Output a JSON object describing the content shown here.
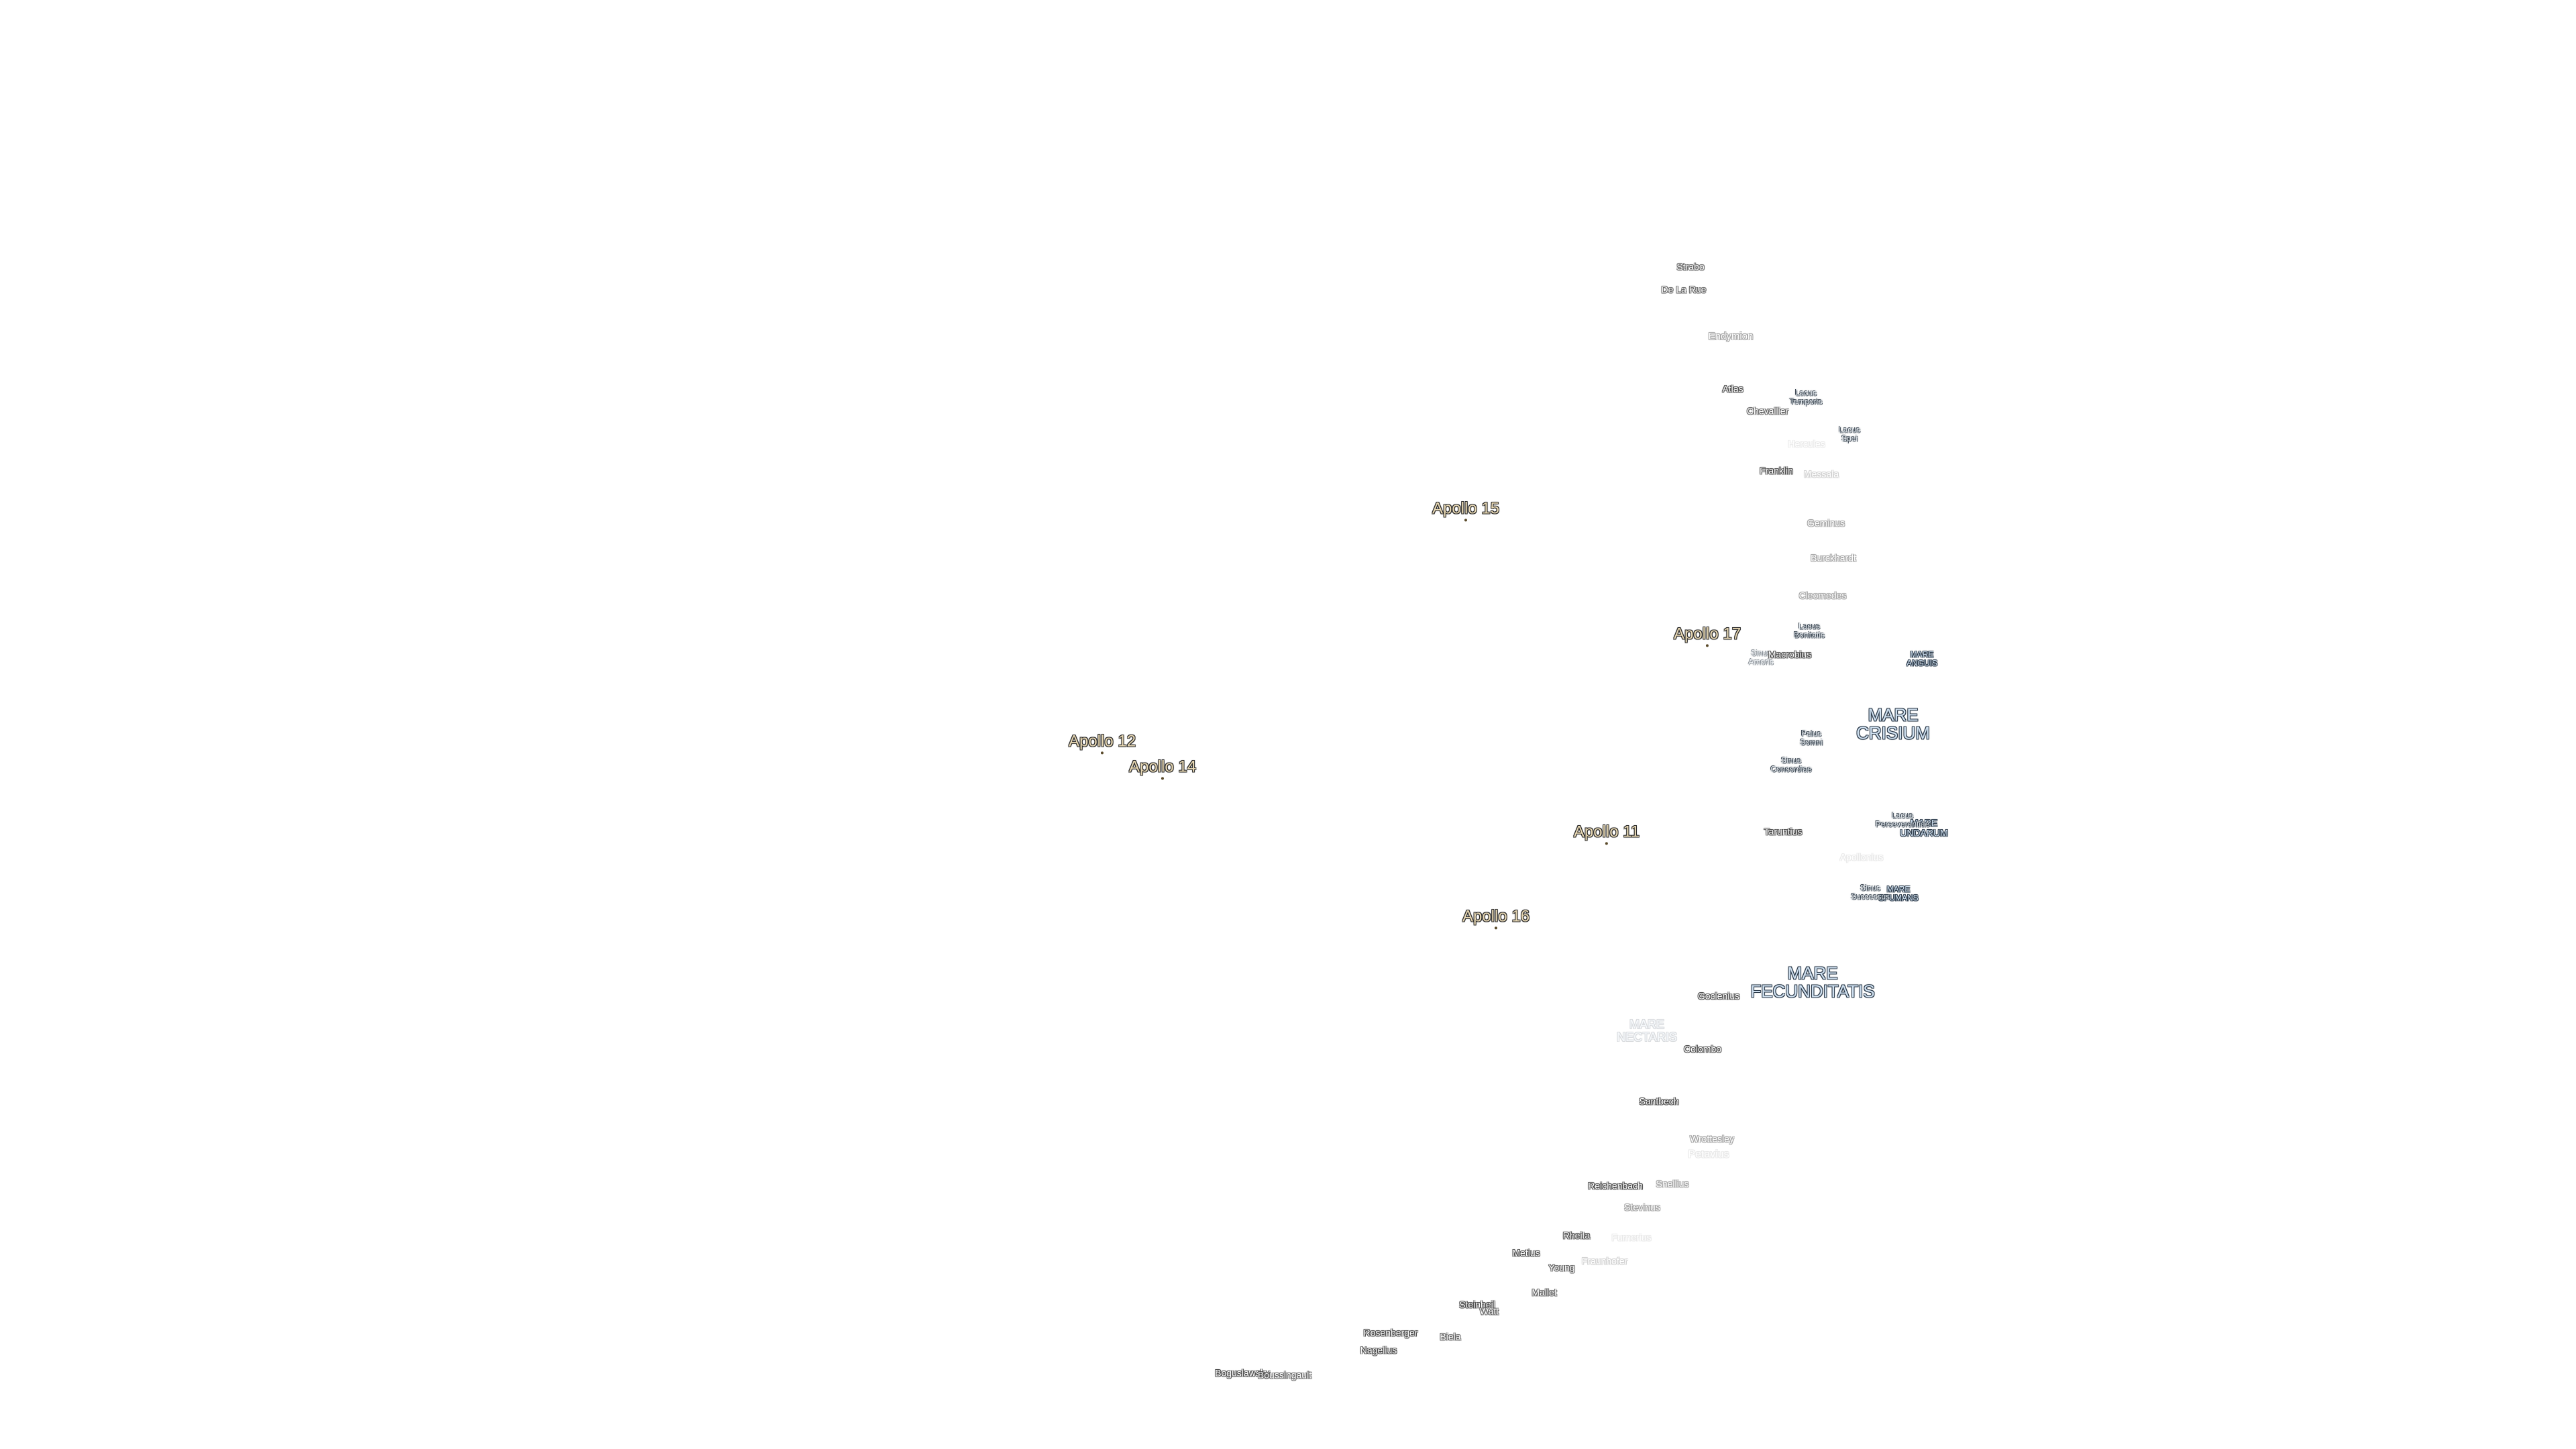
{
  "apollo_sites": [
    {
      "label": "Apollo 15"
    },
    {
      "label": "Apollo 17"
    },
    {
      "label": "Apollo 12"
    },
    {
      "label": "Apollo 14"
    },
    {
      "label": "Apollo 11"
    },
    {
      "label": "Apollo 16"
    }
  ],
  "maria": [
    {
      "label": "MARE CRISIUM"
    },
    {
      "label": "MARE FECUNDITATIS"
    },
    {
      "label": "MARE NECTARIS"
    },
    {
      "label": "MARE ANGUIS"
    },
    {
      "label": "MARE UNDARUM"
    },
    {
      "label": "MARE SPUMANS"
    }
  ],
  "small_features": [
    {
      "label": "Lacus Temporis"
    },
    {
      "label": "Lacus Spei"
    },
    {
      "label": "Lacus Bonitatis"
    },
    {
      "label": "Palus Somni"
    },
    {
      "label": "Sinus Concordiae"
    },
    {
      "label": "Lacus Perseverantiae"
    },
    {
      "label": "Sinus Successus"
    },
    {
      "label": "Sinus Amoris"
    }
  ],
  "craters": [
    {
      "label": "Strabo"
    },
    {
      "label": "De La Rue"
    },
    {
      "label": "Endymion"
    },
    {
      "label": "Atlas"
    },
    {
      "label": "Chevallier"
    },
    {
      "label": "Hercules"
    },
    {
      "label": "Franklin"
    },
    {
      "label": "Messala"
    },
    {
      "label": "Geminus"
    },
    {
      "label": "Burckhardt"
    },
    {
      "label": "Cleomedes"
    },
    {
      "label": "Macrobius"
    },
    {
      "label": "Taruntius"
    },
    {
      "label": "Apollonius"
    },
    {
      "label": "Goclenius"
    },
    {
      "label": "Colombo"
    },
    {
      "label": "Santbech"
    },
    {
      "label": "Wrottesley"
    },
    {
      "label": "Petavius"
    },
    {
      "label": "Reichenbach"
    },
    {
      "label": "Snellius"
    },
    {
      "label": "Stevinus"
    },
    {
      "label": "Rheita"
    },
    {
      "label": "Furnerius"
    },
    {
      "label": "Metius"
    },
    {
      "label": "Young"
    },
    {
      "label": "Fraunhofer"
    },
    {
      "label": "Mallet"
    },
    {
      "label": "Steinheil"
    },
    {
      "label": "Watt"
    },
    {
      "label": "Rosenberger"
    },
    {
      "label": "Biela"
    },
    {
      "label": "Nagelius"
    },
    {
      "label": "Boguslawsky"
    },
    {
      "label": "Boussingault"
    }
  ]
}
